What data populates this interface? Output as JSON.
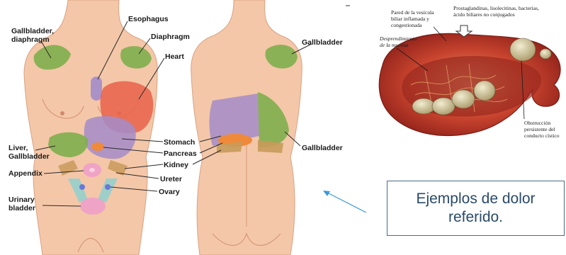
{
  "front_labels": {
    "esophagus": "Esophagus",
    "gallbladder_diaphragm_1": "Gallbladder,",
    "gallbladder_diaphragm_2": "diaphragm",
    "diaphragm": "Diaphragm",
    "heart": "Heart",
    "liver_1": "Liver,",
    "liver_2": "Gallbladder",
    "appendix": "Appendix",
    "urinary_1": "Urinary",
    "urinary_2": "bladder"
  },
  "center_labels": {
    "stomach": "Stomach",
    "pancreas": "Pancreas",
    "kidney": "Kidney",
    "ureter": "Ureter",
    "ovary": "Ovary"
  },
  "back_labels": {
    "gallbladder_top": "Gallbladder",
    "gallbladder_side": "Gallbladder"
  },
  "organ_labels": {
    "wall_1": "Pared de la vesícula",
    "wall_2": "biliar inflamada y",
    "wall_3": "congestionada",
    "top_1": "Prostaglandinas, lisolecitinas, bacterias,",
    "top_2": "ácido biliares no conjugados",
    "mucosa_1": "Desprendimiento",
    "mucosa_2": "de la mucosa",
    "obstr_1": "Obstrucción",
    "obstr_2": "persistente del",
    "obstr_3": "conducto cístico"
  },
  "caption": {
    "line1": "Ejemplos de dolor",
    "line2": "referido."
  },
  "colors": {
    "skin": "#f4c7a8",
    "green": "#7fae4c",
    "purple": "#a38cc9",
    "red": "#e8624a",
    "orange": "#ef8a3a",
    "tan": "#c89a5a",
    "pink": "#f0a0c8",
    "blue": "#6a78d8",
    "teal": "#8fd0cf",
    "organ": "#b3332a",
    "arrow": "#3a9ad8"
  }
}
